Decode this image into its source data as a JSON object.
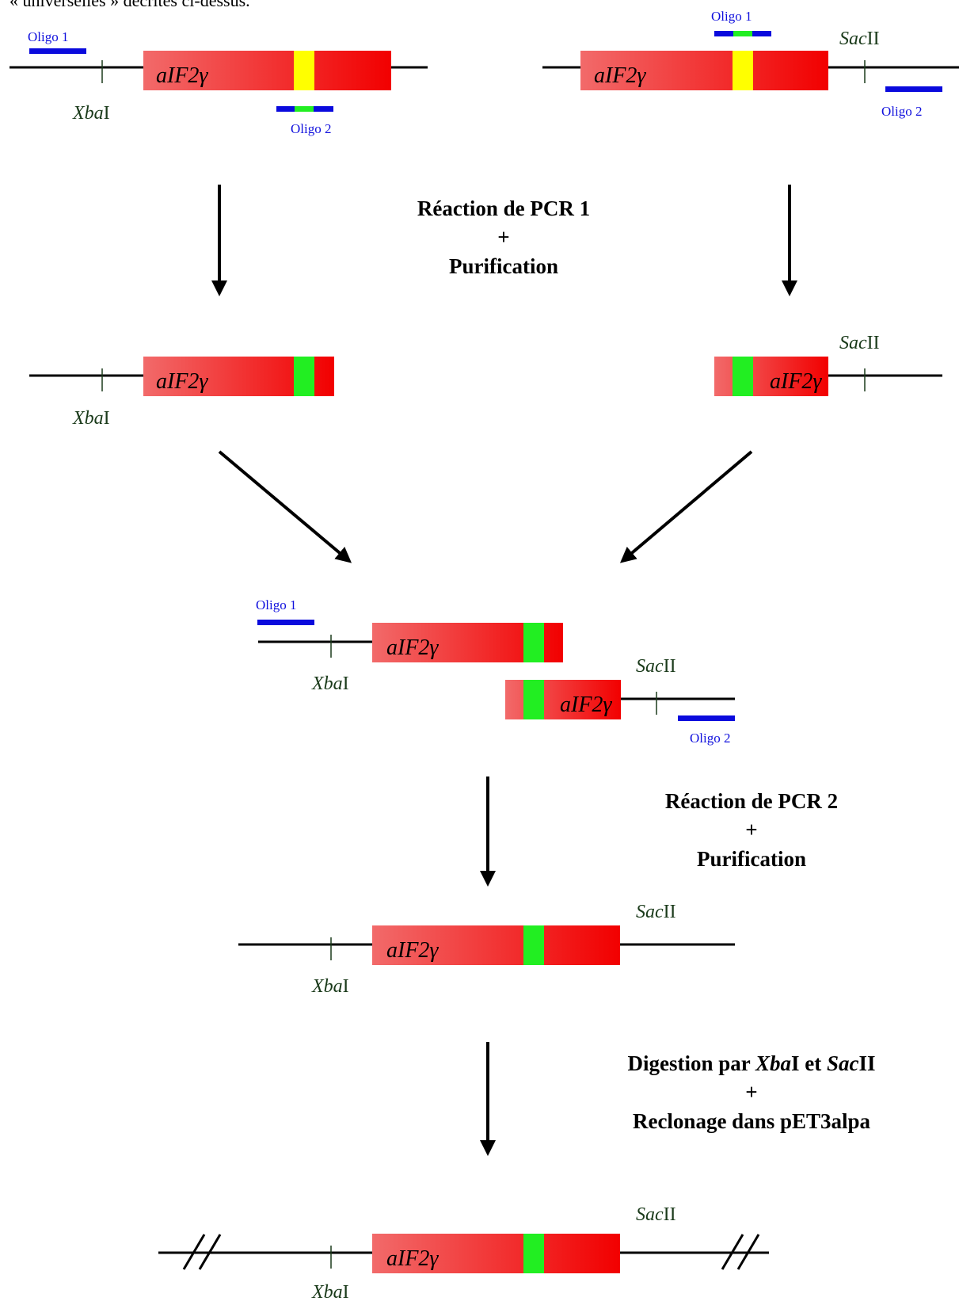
{
  "intro_text": "« universelles » décrites ci-dessus.",
  "labels": {
    "gene": "aIF2γ",
    "xbai_prefix": "Xba",
    "xbai_suffix": "I",
    "sacii_prefix": "Sac",
    "sacii_suffix": "II",
    "oligo1": "Oligo 1",
    "oligo2": "Oligo 2"
  },
  "steps": {
    "pcr1": {
      "line1": "Réaction de PCR 1",
      "line2": "+",
      "line3": "Purification"
    },
    "pcr2": {
      "line1": "Réaction de PCR 2",
      "line2": "+",
      "line3": "Purification"
    },
    "digest": {
      "line1_a": "Digestion par ",
      "line1_b": "Xba",
      "line1_c": "I et ",
      "line1_d": "Sac",
      "line1_e": "II",
      "line2": "+",
      "line3": "Reclonage dans pET3alpa"
    }
  },
  "colors": {
    "gene_gradient_start": "#f26a6a",
    "gene_gradient_end": "#f20000",
    "mutation_original": "#ffff00",
    "mutation_new": "#22ee22",
    "oligo": "#0a0add",
    "dna_line": "#000000",
    "site_text": "#1a3a1a"
  }
}
